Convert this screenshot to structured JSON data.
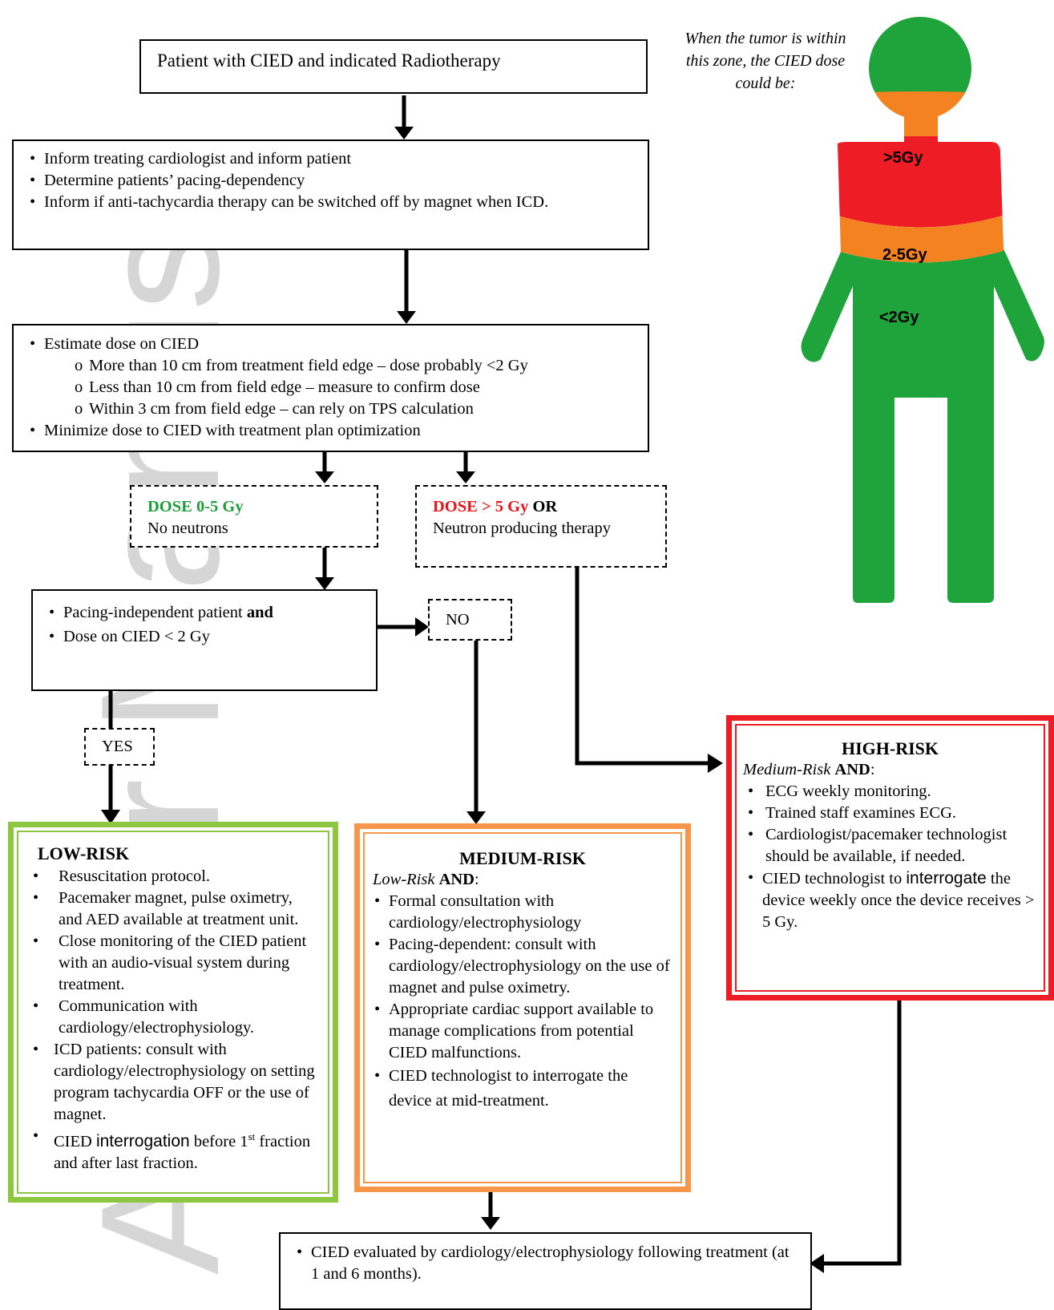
{
  "start_box": {
    "text": "Patient with CIED and indicated Radiotherapy"
  },
  "step1": {
    "items": [
      "Inform treating cardiologist and inform patient",
      "Determine patients’ pacing-dependency",
      "Inform if anti-tachycardia therapy can be switched off by magnet when ICD."
    ]
  },
  "step2": {
    "estimate": "Estimate dose on CIED",
    "sub": [
      "More than 10 cm from treatment field edge – dose probably <2 Gy",
      "Less than 10 cm from field edge – measure to confirm dose",
      "Within 3 cm from field edge – can rely on TPS calculation"
    ],
    "minimize": "Minimize dose to CIED with treatment plan optimization"
  },
  "dose_low": {
    "title": "DOSE 0-5 Gy",
    "text": "No neutrons"
  },
  "dose_high": {
    "title": "DOSE > 5 Gy",
    "connector": "OR",
    "text": "Neutron producing therapy"
  },
  "decision": {
    "item1": "Pacing-independent patient",
    "item1_bold": "and",
    "item2": "Dose on CIED < 2 Gy"
  },
  "no_label": "NO",
  "yes_label": "YES",
  "low_risk": {
    "title": "LOW-RISK",
    "items": [
      "Resuscitation protocol.",
      "Pacemaker magnet, pulse oximetry, and AED available at treatment unit.",
      "Close monitoring of the CIED patient with an audio-visual system during treatment.",
      "Communication with cardiology/electrophysiology.",
      "ICD patients: consult with cardiology/electrophysiology on setting program tachycardia OFF or the use of magnet."
    ],
    "last_a": "CIED ",
    "last_b": "interrogation",
    "last_c": " before 1",
    "last_sup": "st",
    "last_d": " fraction and after last fraction."
  },
  "medium_risk": {
    "title": "MEDIUM-RISK",
    "intro_italic": "Low-Risk",
    "intro_bold": "AND",
    "intro_colon": ":",
    "items": [
      "Formal consultation with cardiology/electrophysiology",
      "Pacing-dependent:  consult with cardiology/electrophysiology on the use of magnet and pulse oximetry.",
      "Appropriate cardiac support available to manage complications from potential CIED malfunctions.",
      "CIED technologist to interrogate the device at mid-treatment."
    ]
  },
  "high_risk": {
    "title": "HIGH-RISK",
    "intro_italic": "Medium-Risk",
    "intro_bold": "AND",
    "intro_colon": ":",
    "items": [
      "ECG weekly monitoring.",
      "Trained staff examines ECG.",
      "Cardiologist/pacemaker technologist should be available, if needed."
    ],
    "last_a": "CIED technologist to ",
    "last_b": "interrogate",
    "last_c": " the device weekly once the device receives > 5 Gy."
  },
  "final_box": {
    "text": "CIED evaluated by cardiology/electrophysiology following treatment (at 1 and 6 months)."
  },
  "figure": {
    "caption": "When the tumor is within this zone, the CIED dose could be:",
    "zones": [
      ">5Gy",
      "2-5Gy",
      "<2Gy"
    ],
    "colors": {
      "green": "#1fa33b",
      "orange": "#f58220",
      "red": "#ee1c25"
    }
  },
  "watermark": "Author Manuscript",
  "colors": {
    "low_risk_border": "#8dc63f",
    "medium_risk_border": "#f7964a",
    "high_risk_border": "#ee1c25",
    "dose_low_title": "#1e9e3a",
    "dose_high_title": "#e8151b"
  }
}
